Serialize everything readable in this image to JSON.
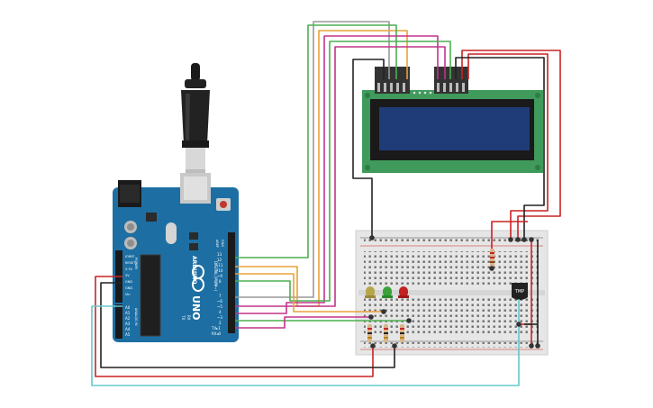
{
  "arduino": {
    "logo": "ARDUINO",
    "model": "UNO",
    "digital_header": "DIGITAL (PWM~)",
    "aref": "AREF",
    "gnd": "GND",
    "power_header": "POWER",
    "analog_header": "ANALOG IN",
    "tx_label": "TX",
    "rx_label": "RX",
    "tx_pin": "TX▸1",
    "rx_pin": "RX◂0",
    "digital_pins": [
      "13",
      "12",
      "~11",
      "~10",
      "~9",
      "8",
      "7",
      "~6",
      "~5",
      "4",
      "~3",
      "2"
    ],
    "power_pins": [
      "IOREF",
      "RESET",
      "3.3V",
      "5V",
      "GND",
      "GND",
      "Vin"
    ],
    "analog_pins": [
      "A0",
      "A1",
      "A2",
      "A3",
      "A4",
      "A5"
    ]
  },
  "sensor": {
    "label": "TMP"
  },
  "colors": {
    "arduino_board": "#1d6fa3",
    "lcd_board": "#3f9a5c",
    "lcd_screen": "#1f3b78",
    "breadboard": "#e6e6e6",
    "wire_red": "#cc2222",
    "wire_black": "#222222",
    "wire_cyan": "#66c7cc",
    "wire_orange": "#e8a23a",
    "wire_green": "#4caf50",
    "wire_magenta": "#c2338a",
    "wire_gray": "#9a9a9a",
    "led_yellow": "#b7a54a",
    "led_green": "#3aa13a",
    "led_red": "#c22222"
  },
  "icons": {
    "usb_cable": "usb-cable-icon",
    "infinity_logo": "arduino-infinity-icon",
    "reset_button": "reset-button-icon"
  }
}
